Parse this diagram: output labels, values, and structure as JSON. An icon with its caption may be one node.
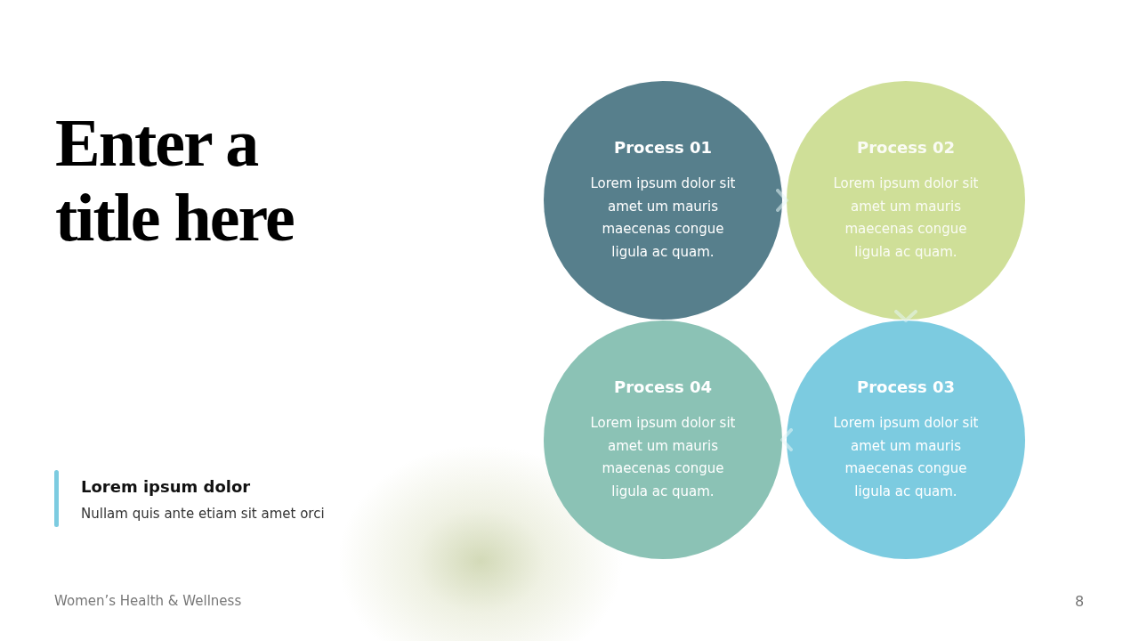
{
  "diagram": {
    "title": "Enter a title here",
    "nodes": [
      {
        "text": [
          "Process 01",
          "Lorem ipsum dolor sit amet um mauris maecenas congue ligula ac quam."
        ]
      },
      {
        "text": [
          "Process 02",
          "Lorem ipsum dolor sit amet um mauris maecenas congue ligula ac quam."
        ]
      },
      {
        "text": [
          "Process 03",
          "Lorem ipsum dolor sit amet um mauris maecenas congue ligula ac quam."
        ]
      },
      {
        "text": [
          "Process 04",
          "Lorem ipsum dolor sit amet um mauris maecenas congue ligula ac quam."
        ]
      }
    ],
    "edges": [
      {
        "from": 0,
        "to": 1,
        "arrow": "to"
      },
      {
        "from": 1,
        "to": 2,
        "arrow": "to"
      },
      {
        "from": 2,
        "to": 3,
        "arrow": "to"
      }
    ],
    "labels": [
      "Lorem ipsum dolor",
      "Nullam quis ante etiam sit amet orci",
      "Women’s Health & Wellness",
      "8"
    ]
  }
}
